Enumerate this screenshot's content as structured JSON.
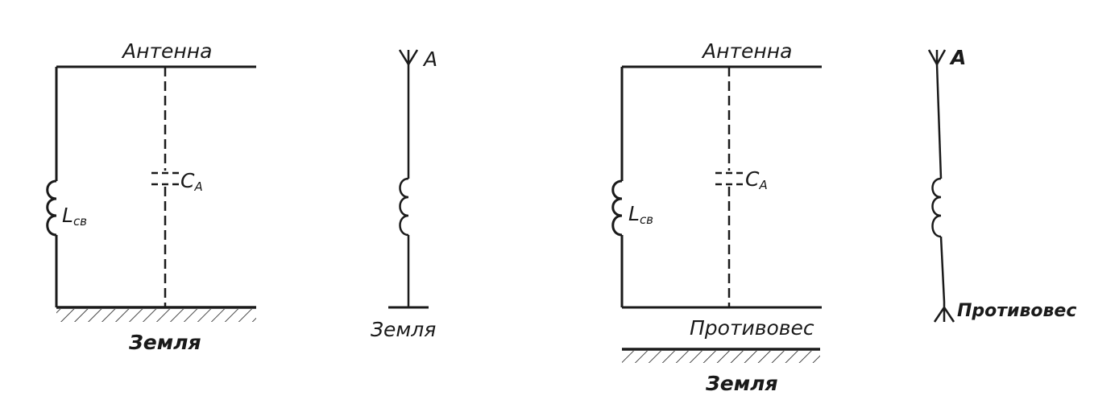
{
  "diagram1": {
    "antenna_label": "Антенна",
    "inductor_label": "L",
    "inductor_sub": "св",
    "capacitor_label": "C",
    "capacitor_sub": "А",
    "ground_label": "Земля"
  },
  "symbol1": {
    "antenna_label": "А",
    "ground_label": "Земля"
  },
  "diagram2": {
    "antenna_label": "Антенна",
    "inductor_label": "L",
    "inductor_sub": "св",
    "capacitor_label": "C",
    "capacitor_sub": "А",
    "counterpoise_label": "Противовес",
    "ground_label": "Земля"
  },
  "symbol2": {
    "antenna_label": "А",
    "counterpoise_label": "Противовес"
  },
  "colors": {
    "ink": "#1a1a1a",
    "background": "#ffffff"
  }
}
